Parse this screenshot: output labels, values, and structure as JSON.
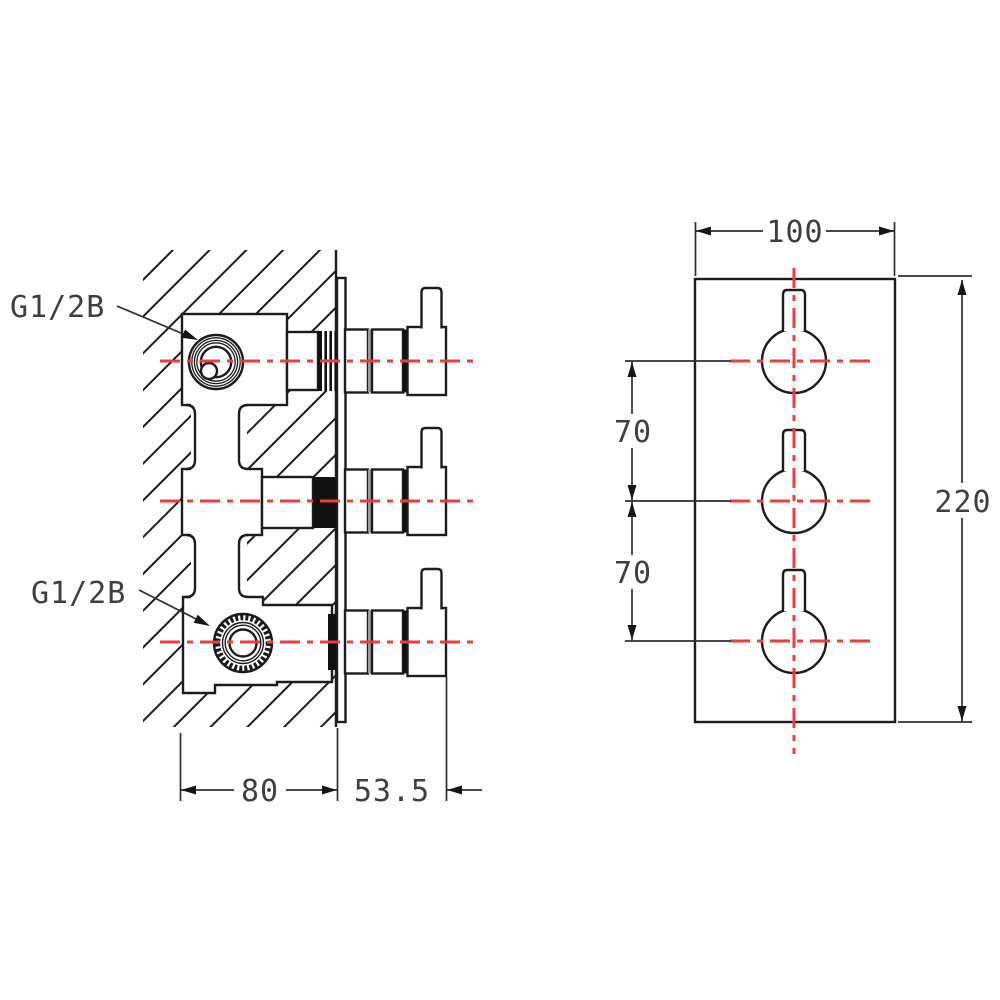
{
  "view_left": {
    "port_label_top": "G1/2B",
    "port_label_bottom": "G1/2B",
    "dim_depth": "80",
    "dim_protrusion": "53.5"
  },
  "view_front": {
    "dim_width": "100",
    "dim_spacing_upper": "70",
    "dim_spacing_lower": "70",
    "dim_height": "220"
  },
  "colors": {
    "centerline_red": "#f23b3b",
    "outline_black": "#1c1c1c",
    "dim_text_gray": "#3f3f3f"
  }
}
